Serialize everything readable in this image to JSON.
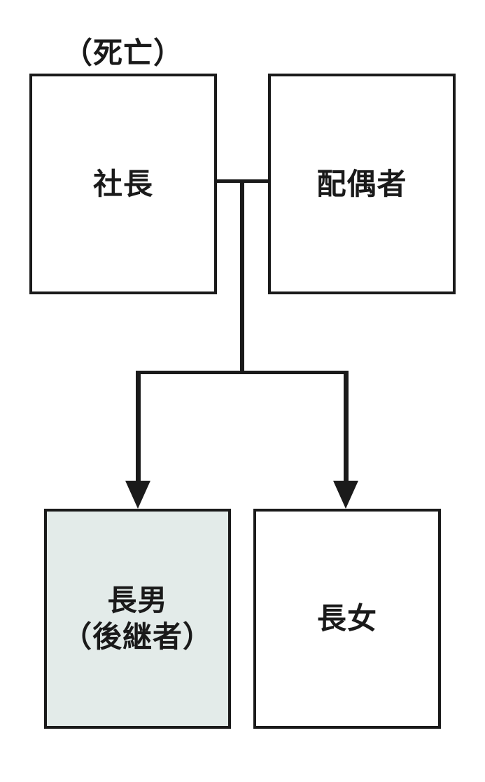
{
  "diagram": {
    "title_hint": "family-succession-chart",
    "annotation": "（死亡）",
    "nodes": {
      "president": {
        "label": "社長"
      },
      "spouse": {
        "label": "配偶者"
      },
      "eldest_son": {
        "label_line1": "長男",
        "label_line2": "（後継者）"
      },
      "eldest_daughter": {
        "label": "長女"
      }
    },
    "colors": {
      "line": "#1a1a1a",
      "successor_fill": "#e3ebe9",
      "box_fill": "#ffffff",
      "canvas_bg": "#ffffff"
    }
  }
}
